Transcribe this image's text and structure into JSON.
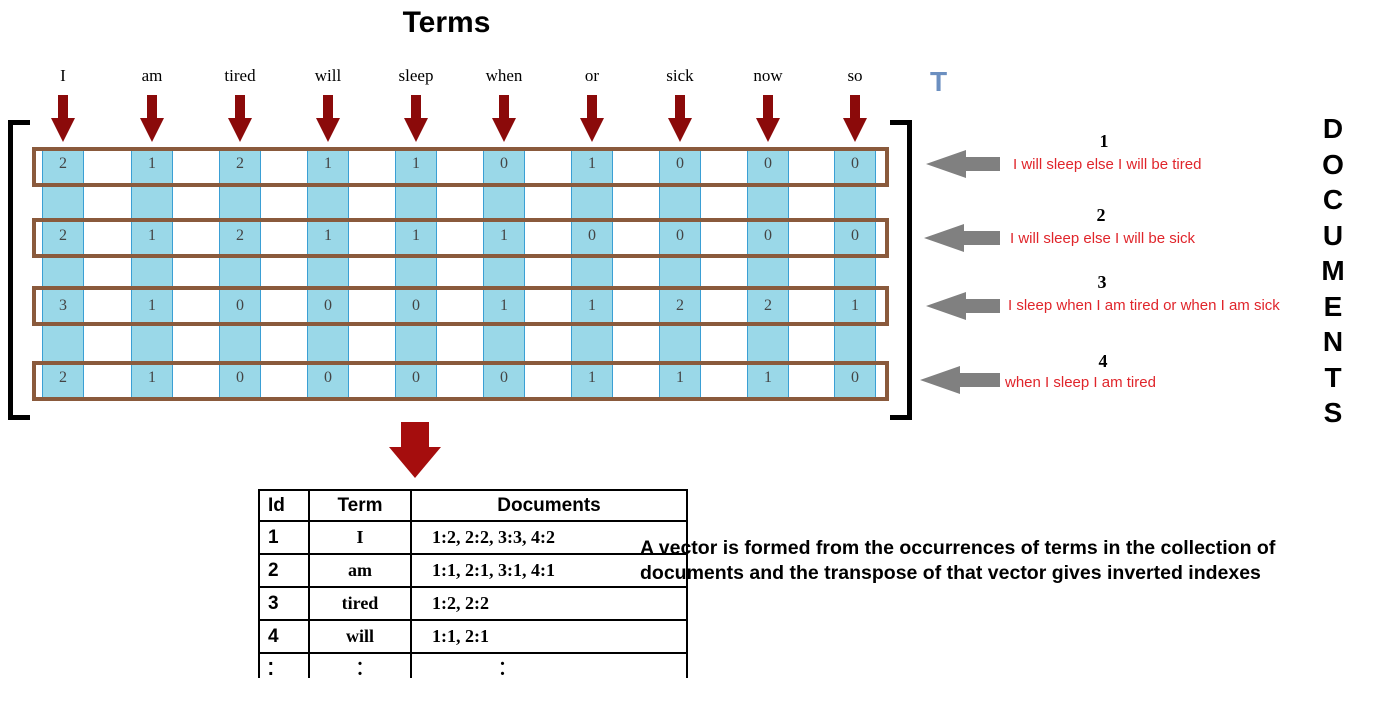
{
  "title": "Terms",
  "transpose_label": "T",
  "terms": [
    "I",
    "am",
    "tired",
    "will",
    "sleep",
    "when",
    "or",
    "sick",
    "now",
    "so"
  ],
  "matrix": [
    [
      2,
      1,
      2,
      1,
      1,
      0,
      1,
      0,
      0,
      0
    ],
    [
      2,
      1,
      2,
      1,
      1,
      1,
      0,
      0,
      0,
      0
    ],
    [
      3,
      1,
      0,
      0,
      0,
      1,
      1,
      2,
      2,
      1
    ],
    [
      2,
      1,
      0,
      0,
      0,
      0,
      1,
      1,
      1,
      0
    ]
  ],
  "documents": [
    {
      "number": "1",
      "text": "I will sleep else I will be tired"
    },
    {
      "number": "2",
      "text": "I will sleep else I will be sick"
    },
    {
      "number": "3",
      "text": "I sleep when I am tired or when I am sick"
    },
    {
      "number": "4",
      "text": "when I sleep I am tired"
    }
  ],
  "documents_label": "DOCUMENTS",
  "table": {
    "headers": {
      "id": "Id",
      "term": "Term",
      "documents": "Documents"
    },
    "rows": [
      {
        "id": "1",
        "term": "I",
        "docs": "1:2, 2:2, 3:3, 4:2"
      },
      {
        "id": "2",
        "term": "am",
        "docs": "1:1, 2:1, 3:1, 4:1"
      },
      {
        "id": "3",
        "term": "tired",
        "docs": "1:2, 2:2"
      },
      {
        "id": "4",
        "term": "will",
        "docs": "1:1, 2:1"
      }
    ],
    "continuation": {
      "id": ".\n.",
      "term": ".\n.",
      "docs": ".\n."
    }
  },
  "caption": "A vector is formed from the occurrences of terms in the collection of documents and the transpose of that vector gives inverted indexes",
  "colors": {
    "term_arrow": "#8b0a0a",
    "doc_arrow": "#808080",
    "strip": "#9ad8e8",
    "row_border": "#8a5a3c",
    "doc_text": "#e0252b",
    "transpose": "#6b8fc0"
  }
}
